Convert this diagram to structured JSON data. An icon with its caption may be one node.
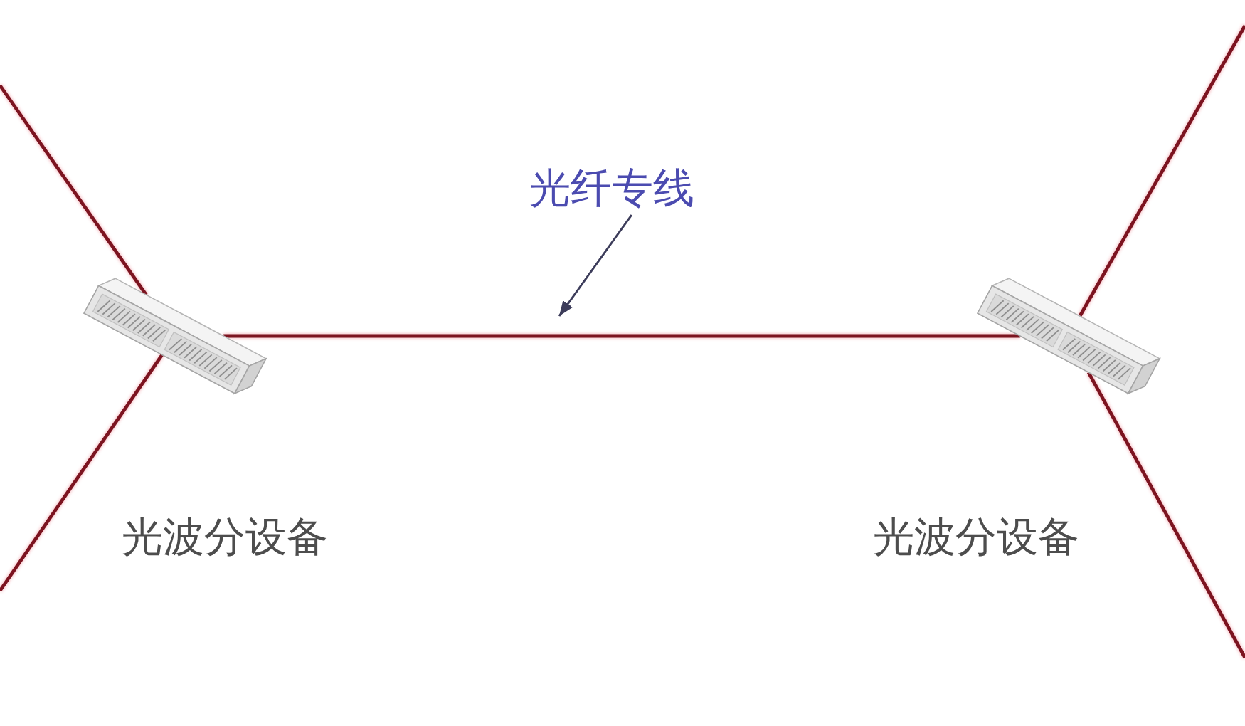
{
  "diagram": {
    "nodes": [
      {
        "text": [],
        "shape": "picture",
        "beside": [
          "光波分设备"
        ]
      },
      {
        "text": [],
        "shape": "picture",
        "beside": [
          "光波分设备"
        ]
      },
      {
        "text": [
          "光纤专线"
        ]
      }
    ],
    "edges": [
      {
        "from": 0,
        "to": 1,
        "arrow": "none"
      },
      {
        "from": null,
        "to": 0,
        "arrow": "none"
      },
      {
        "from": null,
        "to": 0,
        "arrow": "none"
      },
      {
        "from": 1,
        "to": null,
        "arrow": "none"
      },
      {
        "from": 1,
        "to": null,
        "arrow": "none"
      },
      {
        "from": 2,
        "to": null,
        "arrow": "to",
        "color": "#3c3c5a"
      }
    ]
  }
}
